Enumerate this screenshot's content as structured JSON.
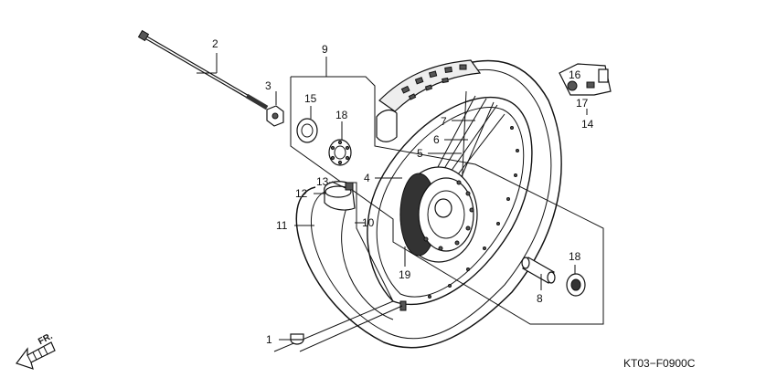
{
  "callouts": {
    "c1": "1",
    "c2": "2",
    "c3": "3",
    "c4": "4",
    "c5": "5",
    "c6": "6",
    "c7": "7",
    "c8": "8",
    "c9": "9",
    "c10": "10",
    "c11": "11",
    "c12": "12",
    "c13": "13",
    "c14": "14",
    "c15": "15",
    "c16": "16",
    "c17": "17",
    "c18a": "18",
    "c18b": "18",
    "c19": "19"
  },
  "diagram_code": "KT03−F0900C",
  "direction_label": "FR.",
  "icons": {
    "front_arrow": "front-direction-arrow-icon"
  }
}
